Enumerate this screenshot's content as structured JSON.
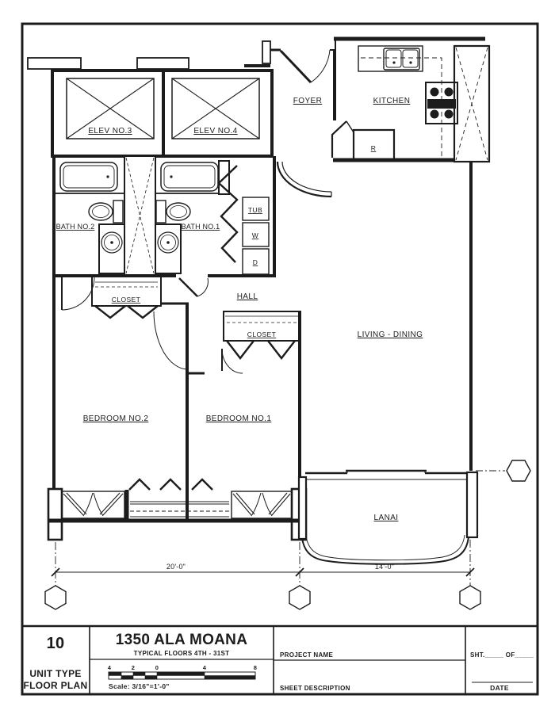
{
  "colors": {
    "ink": "#1c1c1c",
    "paper": "#ffffff"
  },
  "plan": {
    "rooms": {
      "elev3": "ELEV NO.3",
      "elev4": "ELEV NO.4",
      "foyer": "FOYER",
      "kitchen": "KITCHEN",
      "refrigerator": "R",
      "bath2": "BATH NO.2",
      "bath1": "BATH NO.1",
      "tub": "TUB",
      "washer": "W",
      "dryer": "D",
      "closet_bed2": "CLOSET",
      "closet_bed1": "CLOSET",
      "hall": "HALL",
      "living_dining": "LIVING - DINING",
      "bedroom2": "BEDROOM NO.2",
      "bedroom1": "BEDROOM NO.1",
      "lanai": "LANAI"
    },
    "dimensions": {
      "bedroom_bay": "20'-0\"",
      "lanai_bay": "14'-0\""
    }
  },
  "title_block": {
    "sheet_number": "10",
    "sheet_name_line1": "UNIT TYPE",
    "sheet_name_line2": "FLOOR PLAN",
    "project_title": "1350 ALA MOANA",
    "project_subtitle": "TYPICAL FLOORS 4TH - 31ST",
    "scale_note": "Scale: 3/16\"=1'-0\"",
    "scale_ticks": [
      "4",
      "2",
      "0",
      "4",
      "8"
    ],
    "project_name_label": "PROJECT NAME",
    "sheet_description_label": "SHEET DESCRIPTION",
    "sheet_of_label": "SHT._____ OF_____",
    "date_label": "DATE"
  }
}
